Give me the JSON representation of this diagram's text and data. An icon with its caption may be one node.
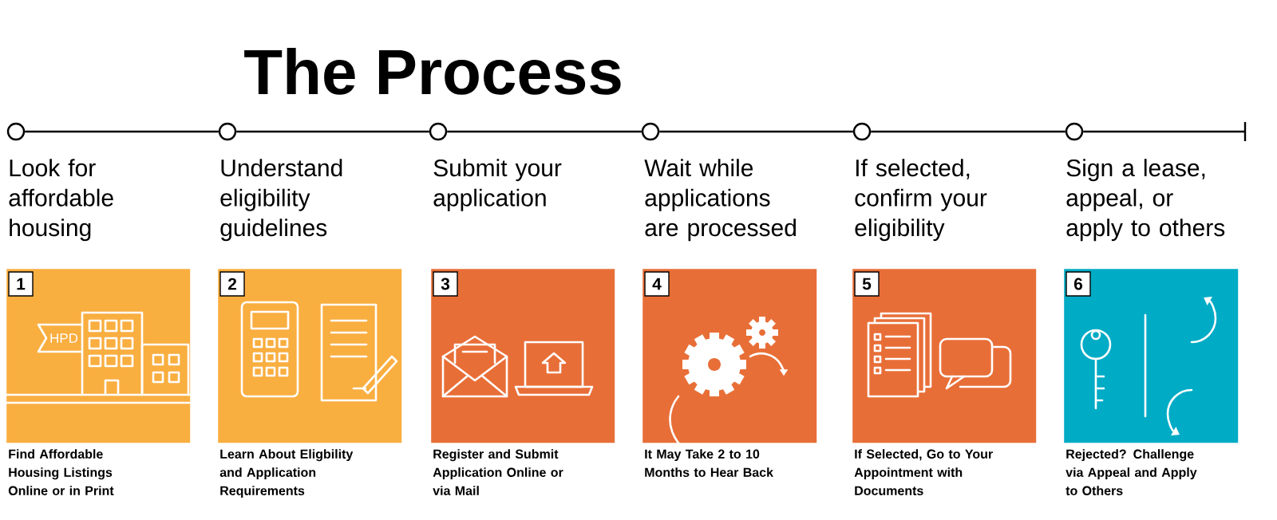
{
  "diagram": {
    "title": "The Process",
    "nodes": [
      {
        "text": [],
        "shape": "circle"
      },
      {
        "text": [],
        "shape": "circle"
      },
      {
        "text": [],
        "shape": "circle"
      },
      {
        "text": [],
        "shape": "circle"
      },
      {
        "text": [],
        "shape": "circle"
      },
      {
        "text": [],
        "shape": "circle"
      },
      {
        "text": [
          "Look for affordable housing",
          "1"
        ],
        "beside": [
          "Find Affordable Housing Listings Online or in Print"
        ]
      },
      {
        "text": [
          "Understand eligibility guidelines",
          "2"
        ],
        "beside": [
          "Learn About Eligbility and Application Requirements"
        ]
      },
      {
        "text": [
          "Submit your application",
          "3"
        ],
        "beside": [
          "Register and Submit Application Online or via Mail"
        ]
      },
      {
        "text": [
          "Wait while applications are processed",
          "4"
        ],
        "beside": [
          "It May Take 2 to 10 Months to Hear Back"
        ]
      },
      {
        "text": [
          "If selected, confirm your eligibility",
          "5"
        ],
        "beside": [
          "If Selected, Go to Your Appointment with Documents"
        ]
      },
      {
        "text": [
          "Sign a lease, appeal, or apply to others",
          "6"
        ],
        "beside": [
          "Rejected? Challenge via Appeal and Apply to Others"
        ]
      }
    ],
    "edges": [
      {
        "from": 0,
        "to": 1,
        "arrow": "none"
      },
      {
        "from": 1,
        "to": 2,
        "arrow": "none"
      },
      {
        "from": 2,
        "to": 3,
        "arrow": "none"
      },
      {
        "from": 3,
        "to": 4,
        "arrow": "none"
      },
      {
        "from": 4,
        "to": 5,
        "arrow": "none"
      },
      {
        "from": 5,
        "to": null,
        "arrow": "none"
      }
    ],
    "labels": [
      "HPD"
    ]
  }
}
